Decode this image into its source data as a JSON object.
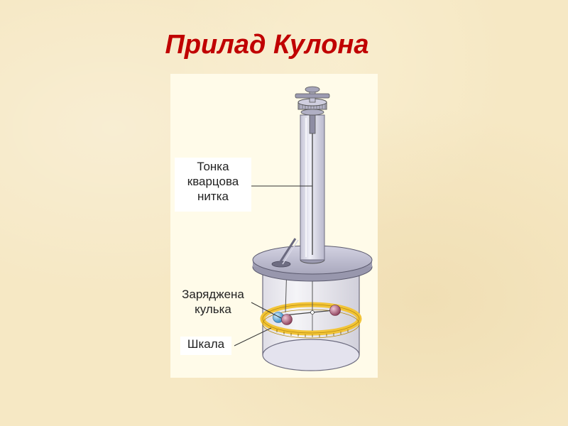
{
  "title": "Прилад Кулона",
  "labels": {
    "fiber_line1": "Тонка",
    "fiber_line2": "кварцова",
    "fiber_line3": "нитка",
    "ball_line1": "Заряджена",
    "ball_line2": "кулька",
    "scale": "Шкала"
  },
  "colors": {
    "title": "#c00000",
    "background": "#f6e8c4",
    "panel": "#fffbe9",
    "scale_ring": "#f2c437",
    "ball_blue": "#4aa3d8",
    "ball_red": "#b05a76"
  }
}
